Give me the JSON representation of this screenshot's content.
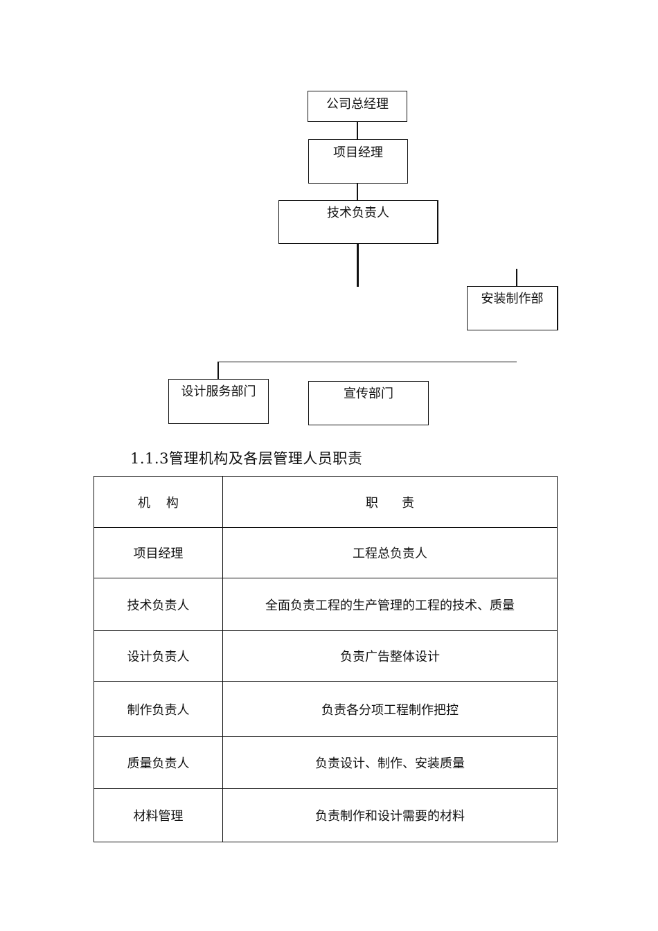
{
  "org_chart": {
    "general_manager": "公司总经理",
    "project_manager": "项目经理",
    "technical_lead": "技术负责人",
    "installation_dept": "安装制作部",
    "design_service_dept": "设计服务部门",
    "publicity_dept": "宣传部门"
  },
  "section": {
    "title": "1.1.3管理机构及各层管理人员职责"
  },
  "table": {
    "headers": [
      "机    构",
      "职      责"
    ],
    "rows": [
      {
        "org": "项目经理",
        "duty": "工程总负责人"
      },
      {
        "org": "技术负责人",
        "duty": "全面负责工程的生产管理的工程的技术、质量"
      },
      {
        "org": "设计负责人",
        "duty": "负责广告整体设计"
      },
      {
        "org": "制作负责人",
        "duty": "负责各分项工程制作把控"
      },
      {
        "org": "质量负责人",
        "duty": "负责设计、制作、安装质量"
      },
      {
        "org": "材料管理",
        "duty": "负责制作和设计需要的材料"
      }
    ]
  }
}
